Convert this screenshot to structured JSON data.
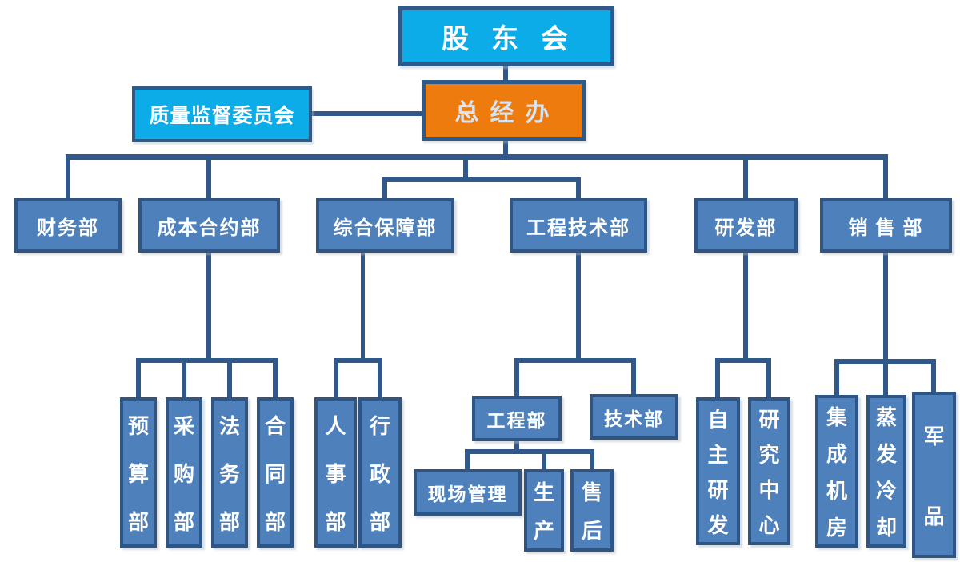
{
  "colors": {
    "cyan_fill": "#0BACE8",
    "orange_fill": "#EE7B0D",
    "blue_fill": "#4E81BC",
    "box_border": "#2D5A88",
    "connector_line": "#31588A",
    "gm_text": "#D6E4F4",
    "label_text": "#FFFFFF"
  },
  "nodes": {
    "shareholders": "股东会",
    "gm_office": "总经办",
    "quality_committee": "质量监督委员会",
    "finance": "财务部",
    "cost_contract": "成本合约部",
    "support": "综合保障部",
    "engineering_tech": "工程技术部",
    "rnd": "研发部",
    "sales": "销售部",
    "budget": "预算部",
    "procurement": "采购部",
    "legal": "法务部",
    "contract": "合同部",
    "hr": "人事部",
    "admin": "行政部",
    "engineering": "工程部",
    "technology": "技术部",
    "site_management": "现场管理",
    "production": "生产",
    "after_sales": "售后",
    "independent_rnd": "自主研发",
    "research_center": "研究中心",
    "integrated_machine_room": "集成机房",
    "evaporative_cooling": "蒸发冷却",
    "military_products": "军品"
  },
  "hierarchy": {
    "root": "股东会",
    "children": [
      {
        "label": "总经办",
        "aside": "质量监督委员会",
        "children": [
          {
            "label": "财务部"
          },
          {
            "label": "成本合约部",
            "children": [
              "预算部",
              "采购部",
              "法务部",
              "合同部"
            ]
          },
          {
            "label": "综合保障部",
            "children": [
              "人事部",
              "行政部"
            ]
          },
          {
            "label": "工程技术部",
            "children": [
              {
                "label": "工程部",
                "children": [
                  "现场管理",
                  "生产",
                  "售后"
                ]
              },
              {
                "label": "技术部"
              }
            ]
          },
          {
            "label": "研发部",
            "children": [
              "自主研发",
              "研究中心"
            ]
          },
          {
            "label": "销售部",
            "children": [
              "集成机房",
              "蒸发冷却",
              "军品"
            ]
          }
        ]
      }
    ]
  }
}
